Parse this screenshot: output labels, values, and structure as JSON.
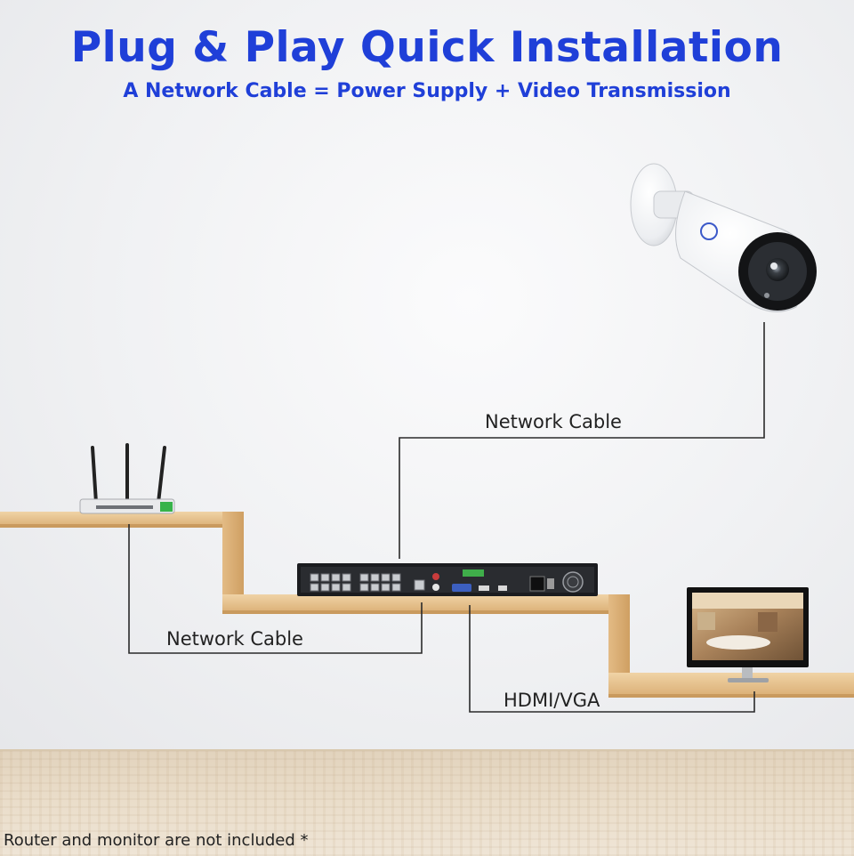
{
  "header": {
    "title": "Plug & Play Quick Installation",
    "subtitle": "A Network Cable = Power Supply + Video Transmission"
  },
  "labels": {
    "camera_link": "Network Cable",
    "router_link": "Network Cable",
    "monitor_link": "HDMI/VGA"
  },
  "footnote": "Router and monitor are not included *",
  "colors": {
    "title_blue": "#1f3fd8",
    "shelf_wood": "#e7c493",
    "cable_line": "#2a2a2a"
  }
}
